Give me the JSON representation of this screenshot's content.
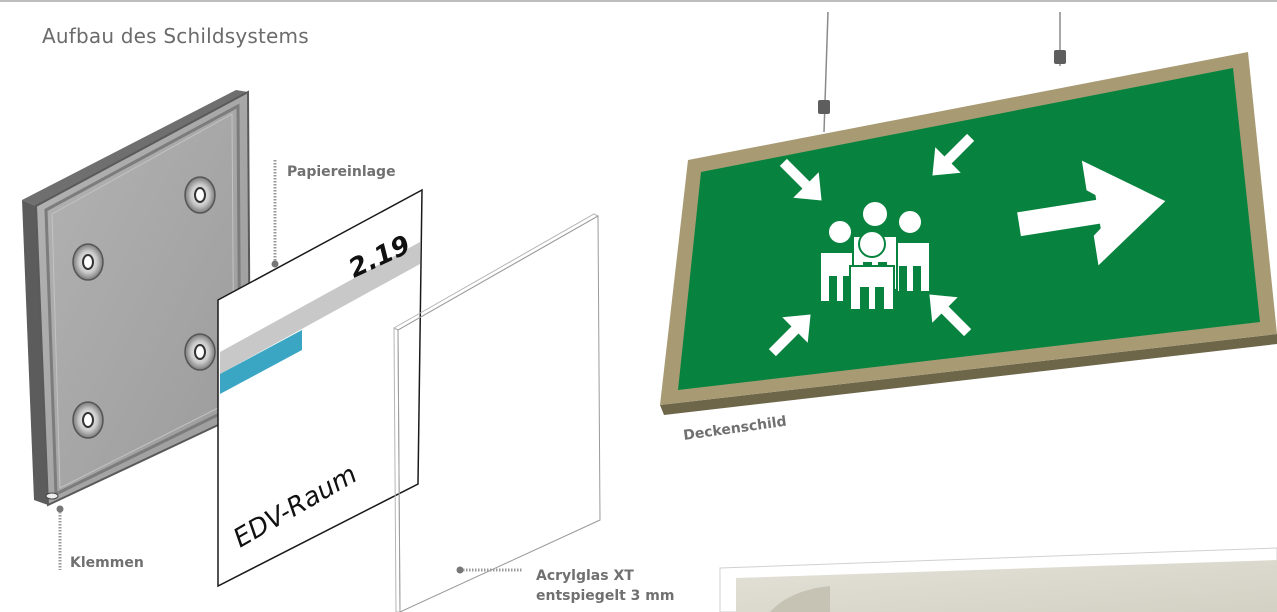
{
  "title": "Aufbau des Schildsystems",
  "labels": {
    "paper_insert": "Papiereinlage",
    "clamps": "Klemmen",
    "acrylic_line1": "Acrylglas XT",
    "acrylic_line2": "entspiegelt 3 mm",
    "ceiling_sign": "Deckenschild"
  },
  "insert": {
    "room_number": "2.19",
    "room_name": "EDV-Raum"
  },
  "colors": {
    "frame": "#8e8e8e",
    "sign_green": "#08833f",
    "sign_border": "#a89b74",
    "insert_stripe": "#c8c8c8",
    "insert_accent": "#3aa6c3",
    "label": "#707070"
  },
  "icons": [
    "assembly-point-people-icon",
    "arrow-right-icon",
    "inward-arrows-icon"
  ]
}
